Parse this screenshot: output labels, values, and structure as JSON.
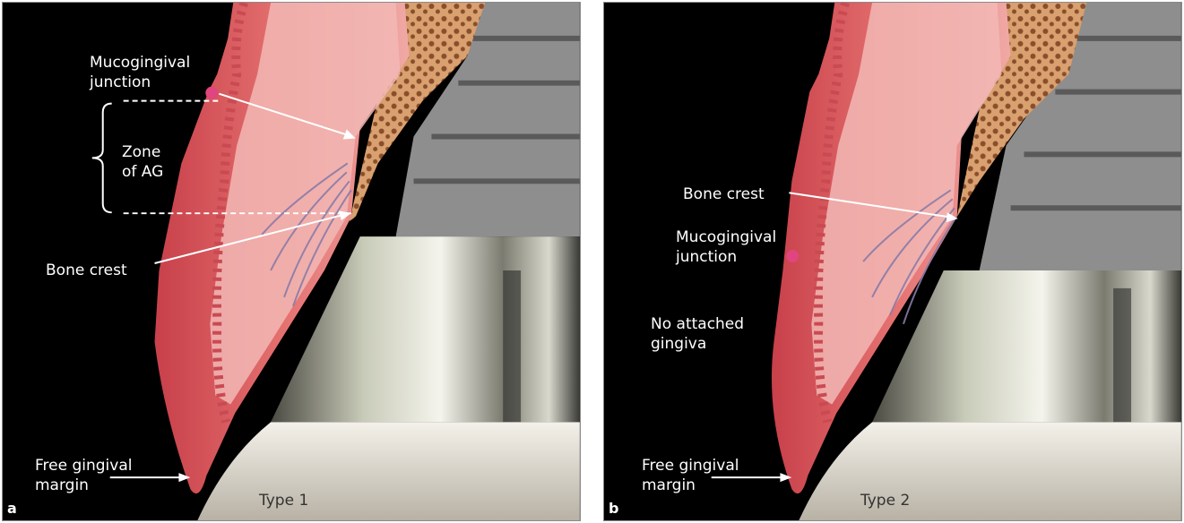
{
  "panel_a": {
    "letter": "a",
    "type": "Type 1",
    "labels": {
      "mgj": "Mucogingival\njunction",
      "zone": "Zone\nof AG",
      "bone_crest": "Bone crest",
      "fgm": "Free gingival\nmargin"
    }
  },
  "panel_b": {
    "letter": "b",
    "type": "Type 2",
    "labels": {
      "bone_crest": "Bone crest",
      "mgj": "Mucogingival\njunction",
      "no_ag": "No attached\ngingiva",
      "fgm": "Free gingival\nmargin"
    }
  },
  "colors": {
    "background": "#000000",
    "gingiva": "#e46f72",
    "lamina_propria": "#f2b6b4",
    "bone": "#d9a070",
    "implant_gray": "#8d8d8d",
    "marker": "#e0457f"
  }
}
